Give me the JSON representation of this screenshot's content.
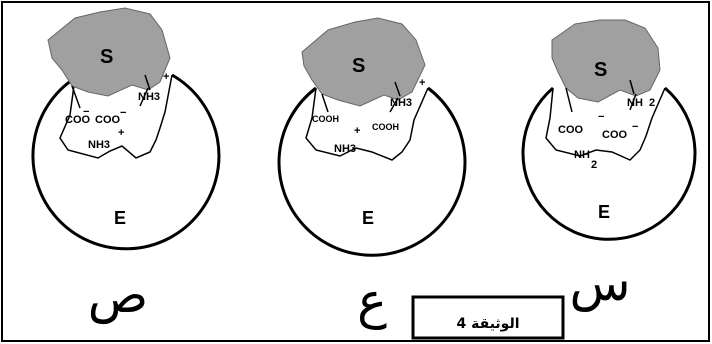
{
  "colors": {
    "substrate": "#a0a0a0",
    "stroke": "#000000",
    "background": "#ffffff"
  },
  "document_label": "الوثيقة 4",
  "models": [
    {
      "label": "ص",
      "enzyme": "E",
      "substrate": "S",
      "groups": {
        "top_right": "NH3",
        "left": "COO",
        "right": "COO",
        "bottom": "NH3"
      },
      "charges": {
        "top_right": "+",
        "left": "−",
        "right": "−",
        "bottom": "+"
      }
    },
    {
      "label": "ع",
      "enzyme": "E",
      "substrate": "S",
      "groups": {
        "top_right": "NH3",
        "left": "COOH",
        "right": "COOH",
        "bottom": "NH3"
      },
      "charges": {
        "top_right": "+",
        "bottom": "+"
      }
    },
    {
      "label": "س",
      "enzyme": "E",
      "substrate": "S",
      "groups": {
        "top_right": "NH",
        "top_right_sub": "2",
        "left": "COO",
        "right": "COO",
        "bottom": "NH",
        "bottom_sub": "2"
      },
      "charges": {
        "left": "−",
        "right": "−"
      }
    }
  ]
}
